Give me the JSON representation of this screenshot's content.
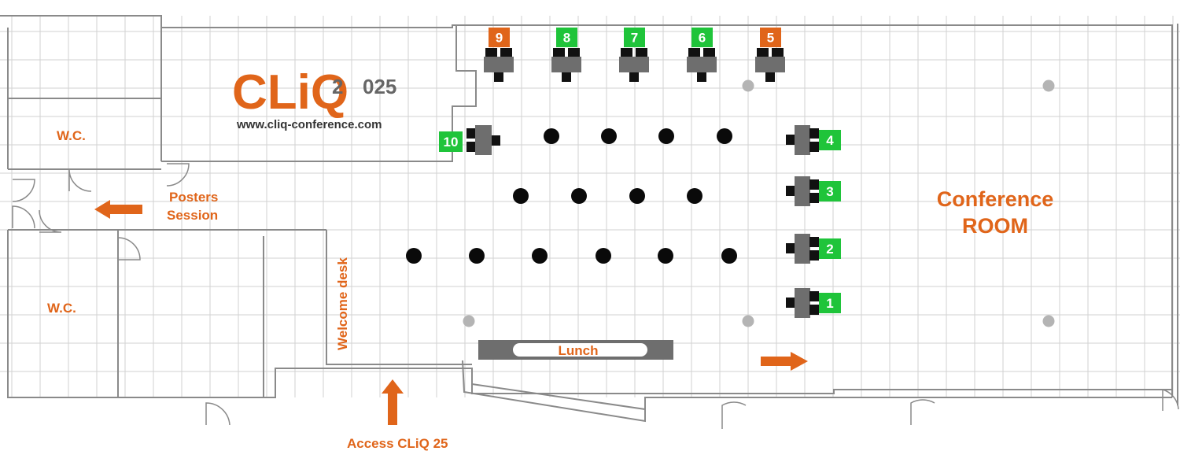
{
  "logo": {
    "name": "CLiQ",
    "year_digit": "2",
    "year_rest": "025",
    "website": "www.cliq-conference.com"
  },
  "labels": {
    "wc_top": "W.C.",
    "wc_bottom": "W.C.",
    "posters_line1": "Posters",
    "posters_line2": "Session",
    "welcome_desk": "Welcome desk",
    "lunch": "Lunch",
    "access": "Access CLiQ 25",
    "conference_line1": "Conference",
    "conference_line2": "ROOM"
  },
  "stands": [
    {
      "number": "9",
      "status": "orange"
    },
    {
      "number": "8",
      "status": "green"
    },
    {
      "number": "7",
      "status": "green"
    },
    {
      "number": "6",
      "status": "green"
    },
    {
      "number": "5",
      "status": "orange"
    },
    {
      "number": "10",
      "status": "green"
    },
    {
      "number": "4",
      "status": "green"
    },
    {
      "number": "3",
      "status": "green"
    },
    {
      "number": "2",
      "status": "green"
    },
    {
      "number": "1",
      "status": "green"
    }
  ],
  "colors": {
    "accent_orange": "#e0651a",
    "stand_green": "#1fc43a",
    "stand_orange": "#e0651a",
    "table_gray": "#6e6e6e",
    "grid": "#d2d2d2",
    "wall": "#8a8a8a",
    "pillar": "#b4b4b4",
    "round_table": "#0a0a0a"
  }
}
